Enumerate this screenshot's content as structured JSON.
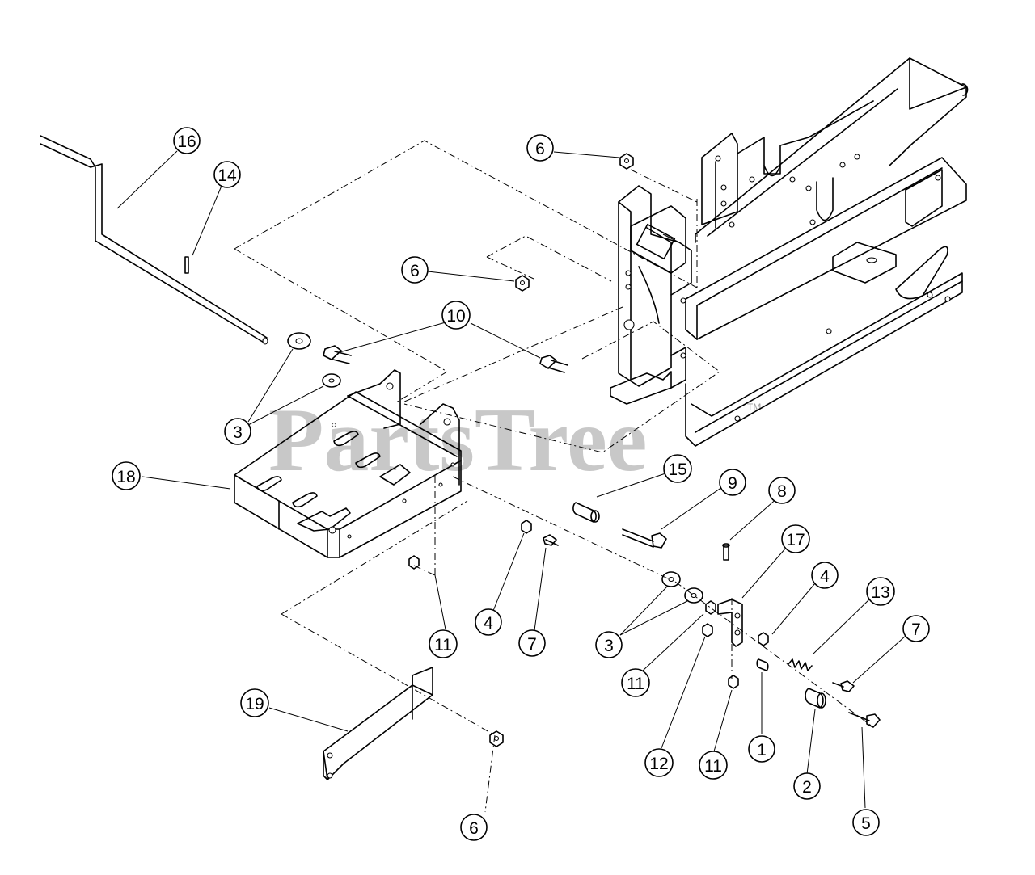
{
  "watermark": {
    "text": "PartsTree",
    "mark": "TM"
  },
  "callouts": [
    {
      "id": "16",
      "label": "16"
    },
    {
      "id": "14",
      "label": "14"
    },
    {
      "id": "6a",
      "label": "6"
    },
    {
      "id": "6b",
      "label": "6"
    },
    {
      "id": "10",
      "label": "10"
    },
    {
      "id": "3a",
      "label": "3"
    },
    {
      "id": "18",
      "label": "18"
    },
    {
      "id": "15",
      "label": "15"
    },
    {
      "id": "9",
      "label": "9"
    },
    {
      "id": "8",
      "label": "8"
    },
    {
      "id": "17",
      "label": "17"
    },
    {
      "id": "4a",
      "label": "4"
    },
    {
      "id": "13",
      "label": "13"
    },
    {
      "id": "4b",
      "label": "4"
    },
    {
      "id": "7a",
      "label": "7"
    },
    {
      "id": "11a",
      "label": "11"
    },
    {
      "id": "3b",
      "label": "3"
    },
    {
      "id": "7b",
      "label": "7"
    },
    {
      "id": "11b",
      "label": "11"
    },
    {
      "id": "19",
      "label": "19"
    },
    {
      "id": "12",
      "label": "12"
    },
    {
      "id": "11c",
      "label": "11"
    },
    {
      "id": "1",
      "label": "1"
    },
    {
      "id": "2",
      "label": "2"
    },
    {
      "id": "6c",
      "label": "6"
    },
    {
      "id": "5",
      "label": "5"
    }
  ]
}
